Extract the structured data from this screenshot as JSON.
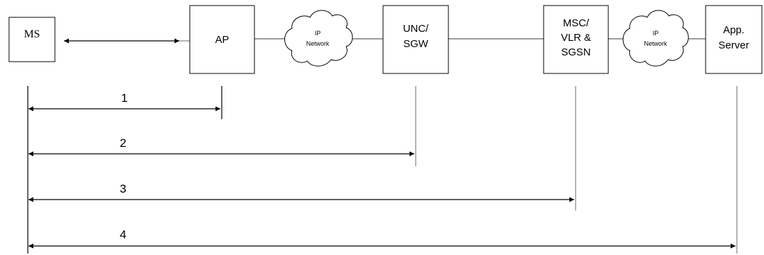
{
  "nodes": {
    "ms": {
      "label": "MS"
    },
    "ap": {
      "label": "AP"
    },
    "unc": {
      "line1": "UNC/",
      "line2": "SGW"
    },
    "msc": {
      "line1": "MSC/",
      "line2": "VLR &",
      "line3": "SGSN"
    },
    "app": {
      "line1": "App.",
      "line2": "Server"
    }
  },
  "clouds": [
    {
      "line1": "IP",
      "line2": "Network"
    },
    {
      "line1": "IP",
      "line2": "Network"
    }
  ],
  "spans": [
    {
      "label": "1"
    },
    {
      "label": "2"
    },
    {
      "label": "3"
    },
    {
      "label": "4"
    }
  ],
  "colors": {
    "line": "#000000",
    "gray_line": "#9a9a9a",
    "box_border": "#000000"
  }
}
